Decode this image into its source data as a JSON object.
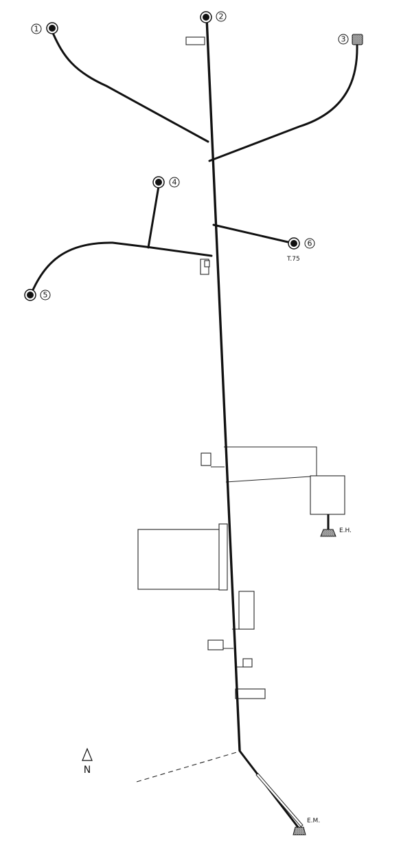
{
  "map": {
    "wells": [
      {
        "id": "1",
        "kind": "well"
      },
      {
        "id": "2",
        "kind": "well"
      },
      {
        "id": "3",
        "kind": "reservoir"
      },
      {
        "id": "4",
        "kind": "well"
      },
      {
        "id": "5",
        "kind": "well"
      },
      {
        "id": "6",
        "kind": "well"
      }
    ],
    "labels": {
      "well_6_note": "T.75",
      "eh": "E.H.",
      "em": "E.M.",
      "north": "N"
    },
    "colors": {
      "line": "#111111",
      "building_stroke": "#222222",
      "background": "#ffffff",
      "stipple": "#777777"
    }
  }
}
